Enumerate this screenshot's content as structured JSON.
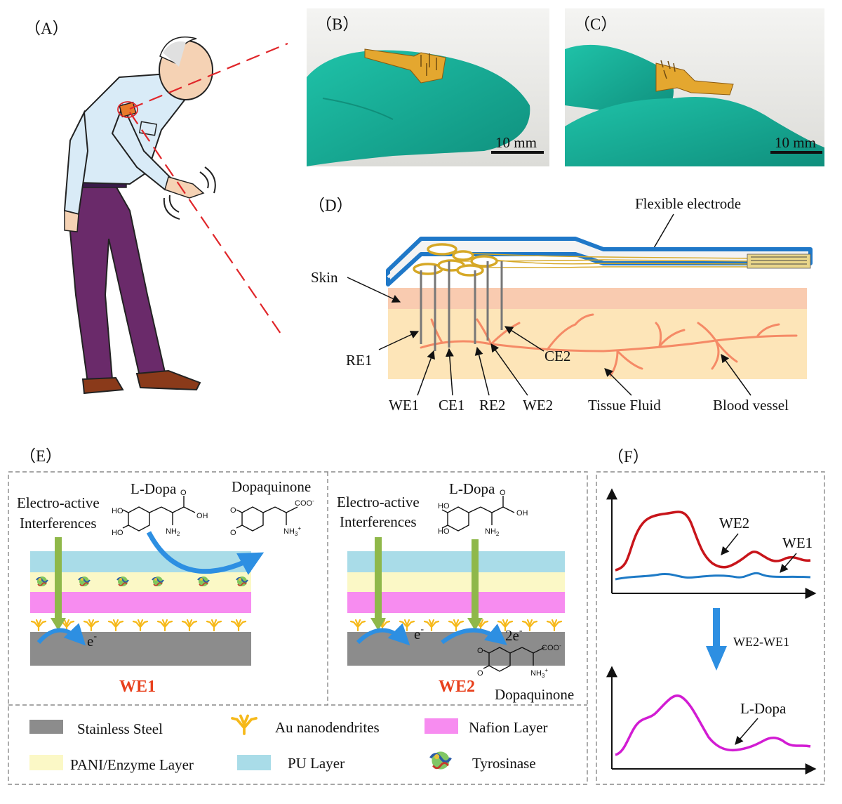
{
  "panels": {
    "A": {
      "letter": "（A）"
    },
    "B": {
      "letter": "（B）",
      "scale_bar": "10 mm"
    },
    "C": {
      "letter": "（C）",
      "scale_bar": "10 mm"
    },
    "D": {
      "letter": "（D）",
      "labels": {
        "flexible_electrode": "Flexible electrode",
        "skin": "Skin",
        "re1": "RE1",
        "ce2": "CE2",
        "we1": "WE1",
        "ce1": "CE1",
        "re2": "RE2",
        "we2": "WE2",
        "tissue_fluid": "Tissue Fluid",
        "blood_vessel": "Blood vessel"
      }
    },
    "E": {
      "letter": "（E）",
      "left": {
        "interference_line1": "Electro-active",
        "interference_line2": "Interferences",
        "ldopa": "L-Dopa",
        "dopaquinone": "Dopaquinone",
        "electron": "e",
        "electron_sup": "-",
        "title": "WE1"
      },
      "right": {
        "interference_line1": "Electro-active",
        "interference_line2": "Interferences",
        "ldopa": "L-Dopa",
        "electron1": "e",
        "electron1_sup": "-",
        "electron2": "2e",
        "electron2_sup": "-",
        "dopaquinone": "Dopaquinone",
        "title": "WE2"
      },
      "chem": {
        "ho": "HO",
        "oh": "OH",
        "nh2": "NH",
        "nh2_sub": "2",
        "o": "O",
        "coo": "COO",
        "coo_sup": "-",
        "nh3": "NH",
        "nh3_sub": "3",
        "nh3_sup": "+"
      },
      "legend": {
        "stainless_steel": "Stainless Steel",
        "au_nanodendrites": "Au nanodendrites",
        "nafion": "Nafion Layer",
        "pani_enzyme": "PANI/Enzyme Layer",
        "pu": "PU Layer",
        "tyrosinase": "Tyrosinase"
      }
    },
    "F": {
      "letter": "（F）",
      "top_labels": {
        "we2": "WE2",
        "we1": "WE1"
      },
      "arrow_label": "WE2-WE1",
      "bottom_label": "L-Dopa"
    }
  },
  "colors": {
    "red_dash": "#e0262a",
    "glove": "#1bb39c",
    "electrode_blue": "#1f78c8",
    "skin": "#f9cbb0",
    "tissue": "#fde5b8",
    "vessel": "#f58a66",
    "steel": "#8c8c8c",
    "nafion": "#f78cf0",
    "pani": "#fbf8c6",
    "pu": "#a9dce8",
    "au": "#f6b91a",
    "green_arrow": "#8fb84a",
    "blue_arrow": "#2d8fe2",
    "curve_red": "#c8151b",
    "curve_blue": "#1e7ac6",
    "curve_magenta": "#d21cd3",
    "title_red": "#e8401c"
  }
}
